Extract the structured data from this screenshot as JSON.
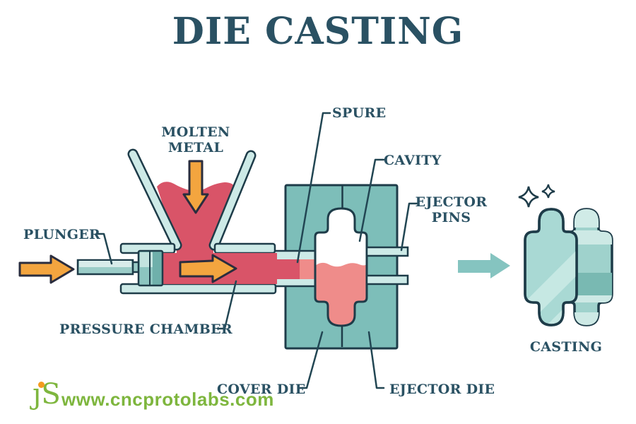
{
  "title": "DIE CASTING",
  "diagram": {
    "labels": {
      "molten_metal": "MOLTEN METAL",
      "plunger": "PLUNGER",
      "spure": "SPURE",
      "cavity": "CAVITY",
      "ejector_pins": "EJECTOR PINS",
      "pressure_chamber": "PRESSURE CHAMBER",
      "cover_die": "COVER DIE",
      "ejector_die": "EJECTOR DIE",
      "casting": "CASTING"
    }
  },
  "footer": {
    "logo_text": "ȷS",
    "website": "www.cncprotolabs.com"
  },
  "colors": {
    "label_text": "#2a5163",
    "outline": "#1e3c49",
    "arrow_outline": "#2a2d3e",
    "die_teal": "#7dbeb9",
    "light_teal": "#cdeae7",
    "molten_red": "#d95468",
    "cavity_pink": "#ef8c8a",
    "arrow_orange": "#f3a53f",
    "arrow_teal": "#85c4c0",
    "casting_front_teal": "#a9d9d4",
    "casting_back_teal": "#9fd2cc",
    "brand_green": "#7eb63e",
    "logo_dot_orange": "#f49b1f"
  }
}
